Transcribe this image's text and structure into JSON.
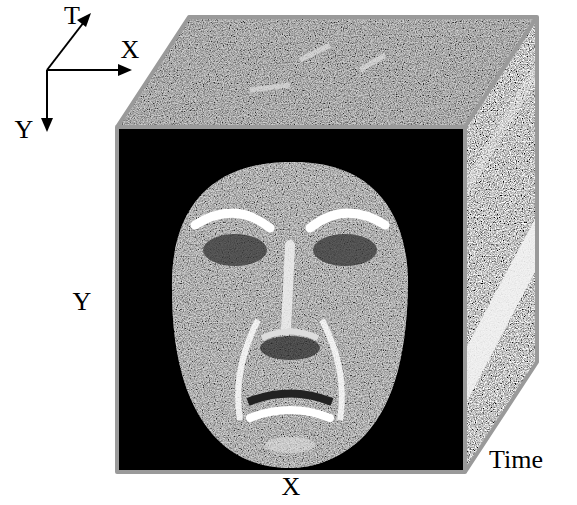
{
  "diagram": {
    "labels": [
      "T",
      "X",
      "Y",
      "Y",
      "Time",
      "X"
    ]
  }
}
